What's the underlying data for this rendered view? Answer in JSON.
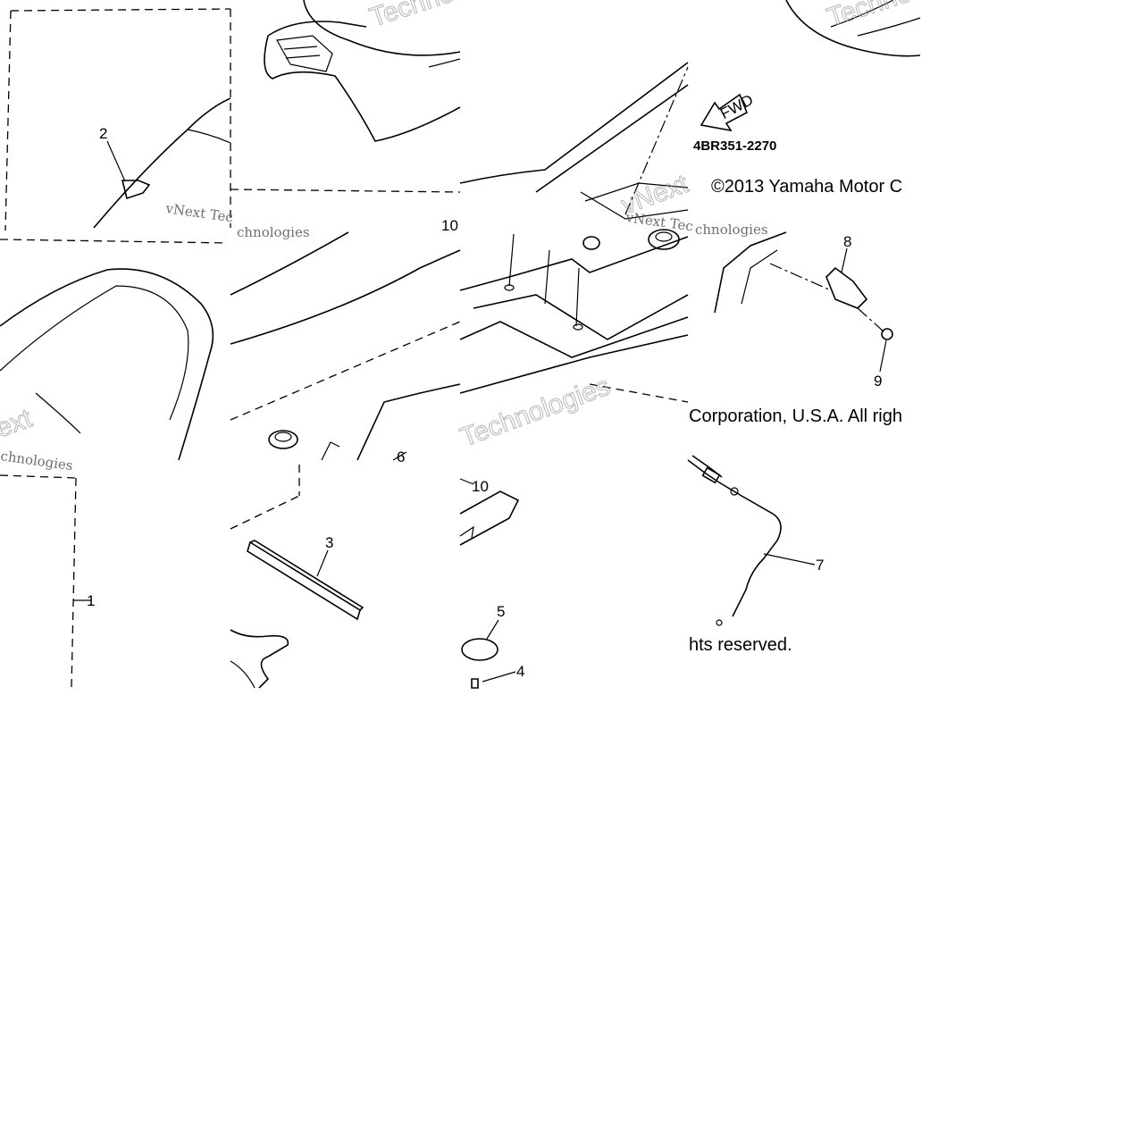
{
  "diagram": {
    "part_callouts": [
      "1",
      "2",
      "3",
      "4",
      "5",
      "6",
      "7",
      "8",
      "9",
      "10"
    ],
    "diagram_code": "4BR351-2270",
    "fwd_arrow_label": "FWD",
    "copyright_parts": [
      "©2013 Yamaha Motor C",
      "Corporation, U.S.A. All righ",
      "hts reserved."
    ],
    "watermark_parts": [
      "vNext Tec",
      "Technologies",
      "vNext",
      "Techno",
      "chnologies",
      "ext"
    ]
  },
  "colors": {
    "line": "#000000",
    "background": "#ffffff",
    "watermark": "#999999"
  }
}
